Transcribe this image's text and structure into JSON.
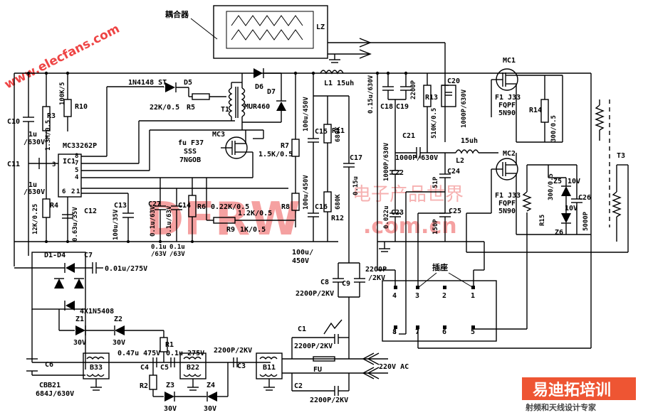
{
  "watermarks": {
    "site": "www.elecfans.com",
    "big": "DFRW",
    "cn": "电子产品世界",
    "com": ".com.cn",
    "logo": "易迪拓培训",
    "logo_sub": "射频和天线设计专家"
  },
  "labels": {
    "coupler": "耦合器",
    "socket": "插座",
    "lz": "LZ",
    "l1": "L1 15uh",
    "l2": "L2",
    "l2_val": "15uh",
    "d5": "D5",
    "d5_part": "1N4148 ST",
    "d6": "D6",
    "d7": "D7",
    "mur": "MUR460",
    "t1": "T1",
    "r5": "R5",
    "r5_val": "22K/0.5",
    "r10": "R10",
    "r3": "R3",
    "r3_val": "1.3M/0.5",
    "r3_top": "100K/5",
    "c10": "C10",
    "c10_val1": "1u",
    "c10_val2": "/630V",
    "c11": "C11",
    "c11_val1": "1u",
    "c11_val2": "/630V",
    "ic1": "IC1",
    "ic1_part": "MC33262P",
    "r4": "R4",
    "r4_val": "12K/0.25",
    "c12": "C12",
    "c12_val": "0.63u/35V",
    "c13": "C13",
    "c13_val": "100u/35V",
    "c27": "C27",
    "c27_val": "0.1u/63V",
    "c14": "C14",
    "c14_val": "0.1u/63V",
    "c_below1": "0.1u",
    "c_below2": "/63V",
    "c_below3": "0.1u",
    "c_below4": "/63V",
    "r6": "R6",
    "r6_val": "0.22K/0.5",
    "r7": "R7",
    "r7_val": "1.5K/0.5",
    "r8": "R8",
    "r8_val": "1.2K/0.5",
    "r9": "R9",
    "r9_val": "1K/0.5",
    "mc3": "MC3",
    "mc3_part1": "fu F37",
    "mc3_part2": "SSS",
    "mc3_part3": "7NGOB",
    "c15": "C15",
    "c15_val": "100u/450V",
    "c16": "C16",
    "c16_val": "100u/450V",
    "c_bot_val1": "100u/",
    "c_bot_val2": "450V",
    "r11": "R11",
    "r11_val": "680K",
    "r12": "R12",
    "r12_val": "680K",
    "c17": "C17",
    "c17_val": "0.15u",
    "c8": "C8",
    "c8_val": "2200P/2KV",
    "c9": "C9",
    "c9_val1": "2200P",
    "c9_val2": "/2KV",
    "c18": "C18",
    "c19": "C19",
    "c19_val": "2200P",
    "c18_val": "0.15u/630V",
    "c20": "C20",
    "c20_val": "1000P/630V",
    "r13": "R13",
    "r13_val": "510K/0.5",
    "c21": "C21",
    "c21_val": "1000P/630V",
    "c22": "C22",
    "c22_val": "1000P/630V",
    "c23": "C23",
    "c23_val": "0.022u",
    "c24": "C24",
    "c24_val": "51P",
    "c25": "C25",
    "c25_val": "150P",
    "mc1": "MC1",
    "mc1_part1": "F1 J33",
    "mc1_part2": "FQPF",
    "mc1_part3": "5N90",
    "mc2": "MC2",
    "mc2_part1": "F1 J33",
    "mc2_part2": "FQPF",
    "mc2_part3": "5N90",
    "r14": "R14",
    "r14_val": "300/0.5",
    "r15": "R15",
    "r15_val": "300/0.5",
    "z5": "Z5",
    "z5_val": "10V",
    "z6": "Z6",
    "z6_val": "10V",
    "c26": "C26",
    "c26_val": "5000P",
    "t3": "T3",
    "d1d4": "D1-D4",
    "c7": "C7",
    "c7_val": "0.01u/275V",
    "bridge": "4X1N5408",
    "z1": "Z1",
    "z1_val": "30V",
    "z2": "Z2",
    "z2_val": "30V",
    "z3": "Z3",
    "z3_val": "30V",
    "z4": "Z4",
    "z4_val": "30V",
    "r1": "R1",
    "r2": "R2",
    "c_mid": "0.47u 475V",
    "c5_val": "0.1u 275V",
    "c4": "C4",
    "c5": "C5",
    "c3": "C3",
    "c3_val": "2200P/2KV",
    "c6": "C6",
    "c6_part": "CBB21",
    "c6_val": "684J/630V",
    "b33": "B33",
    "b22": "B22",
    "b11": "B11",
    "c1": "C1",
    "c1_val": "2200P/2KV",
    "c2": "C2",
    "c2_val": "2200P/2KV",
    "fu": "FU",
    "ac": "220V AC",
    "pin1": "1",
    "pin2": "2",
    "pin3": "3",
    "pin4": "4",
    "pin5": "5",
    "pin6": "6",
    "pin7": "7",
    "pin8": "8",
    "ic_p1": "1",
    "ic_p2": "2",
    "ic_p3": "3",
    "ic_p4": "4",
    "ic_p5": "5",
    "ic_p6": "6",
    "ic_p7": "7",
    "ic_p8": "8"
  }
}
